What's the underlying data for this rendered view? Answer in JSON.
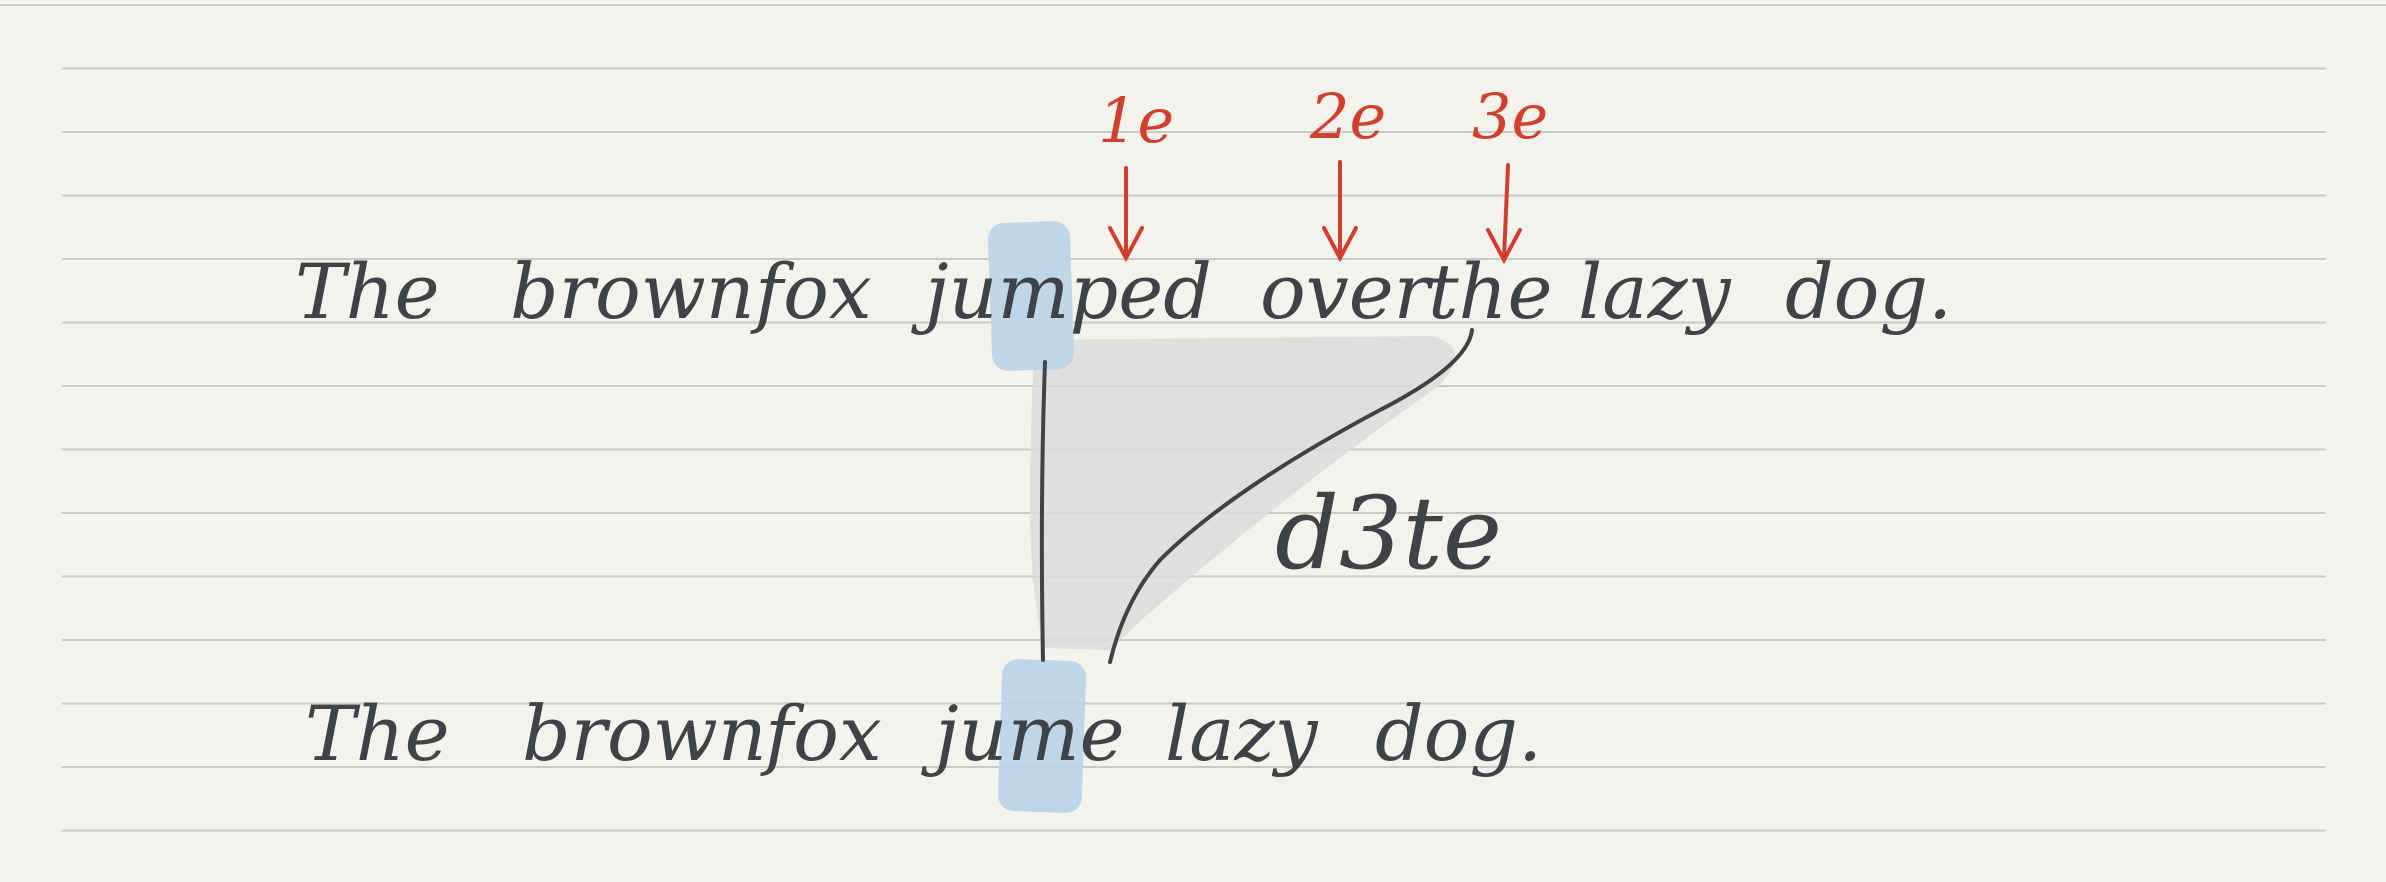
{
  "sentences": {
    "original": {
      "words": [
        "The",
        "brown",
        "fox",
        "jumped",
        "over",
        "the",
        "lazy",
        "dog."
      ]
    },
    "edited": {
      "words": [
        "The",
        "brown",
        "fox",
        "jume",
        "lazy",
        "dog."
      ]
    }
  },
  "markers": [
    {
      "label": "1e"
    },
    {
      "label": "2e"
    },
    {
      "label": "3e"
    }
  ],
  "annotation": {
    "cost_label": "d3te"
  },
  "colors": {
    "paper": "#f4f2ec",
    "rule_line": "#c9c9c6",
    "ink": "#3f4348",
    "red_ink": "#d0402e",
    "highlight_blue": "#b9d3e8",
    "shadow_gray": "#dcdcda"
  }
}
